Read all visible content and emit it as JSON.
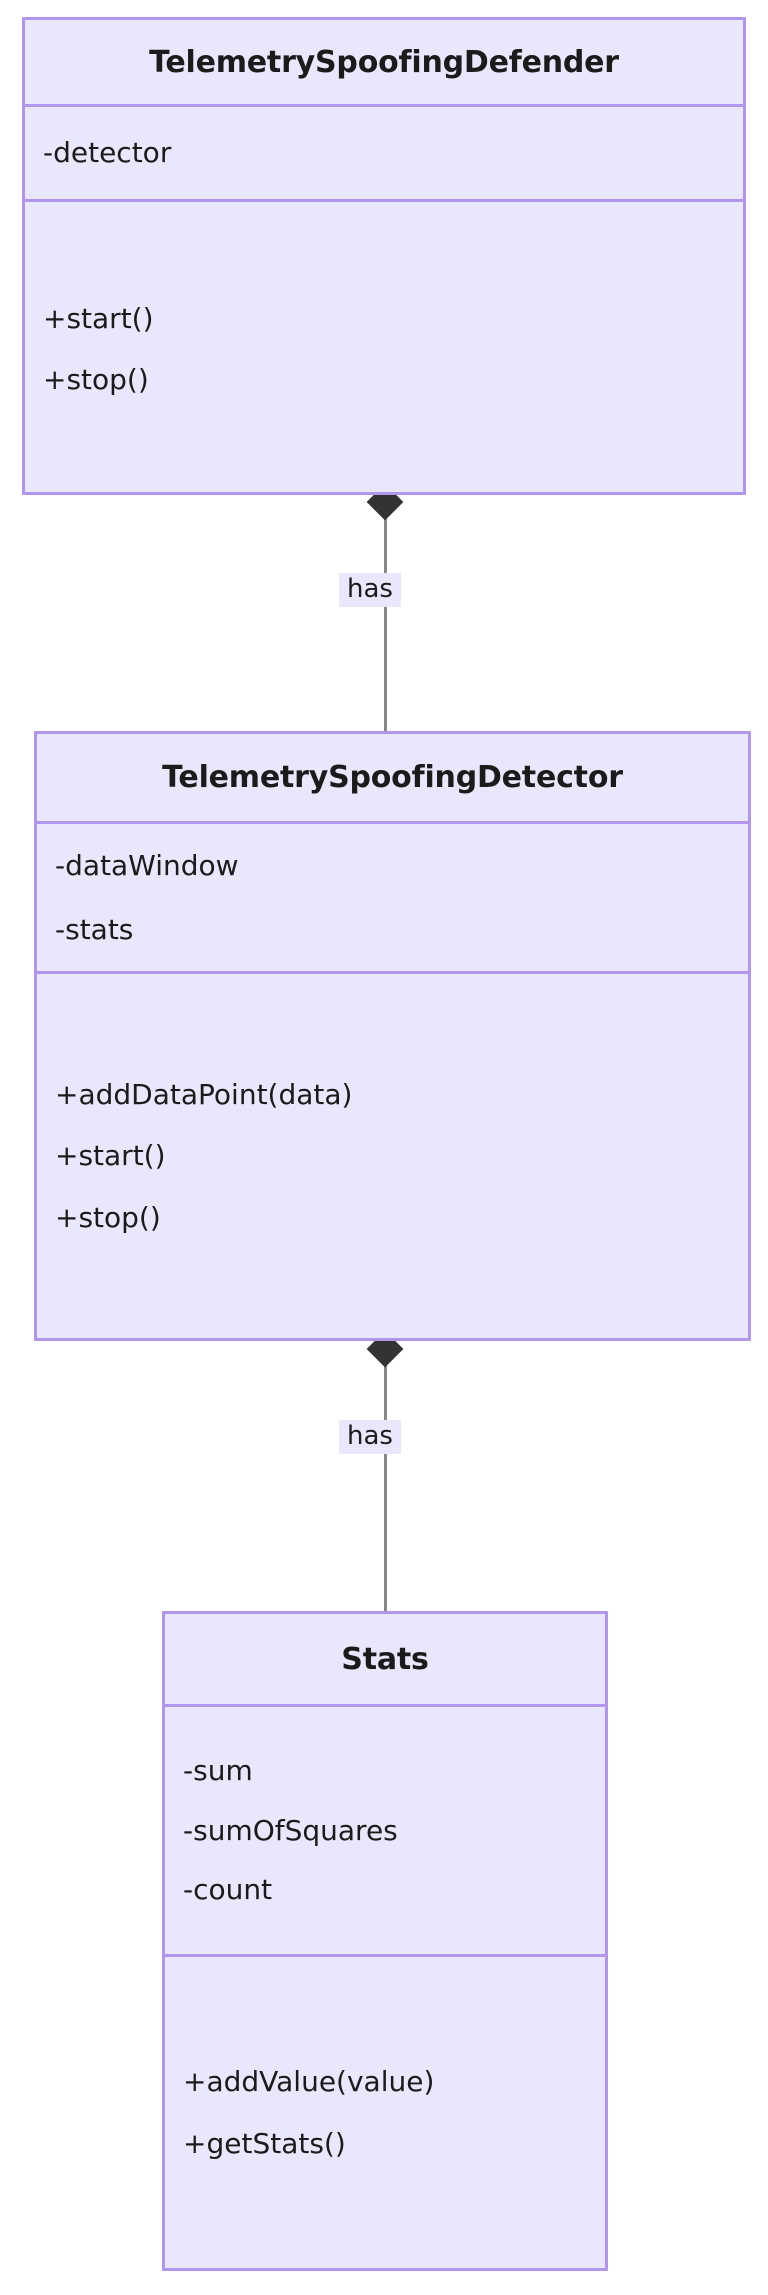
{
  "diagram": {
    "type": "uml-class-diagram",
    "background_color": "#ffffff",
    "class_border_color": "#b296ec",
    "class_fill_color": "#e9e7fb",
    "edge_color": "#888888",
    "diamond_color": "#333333",
    "text_color": "#1b1b1b",
    "classes": [
      {
        "name": "TelemetrySpoofingDefender",
        "attributes": [
          "-detector"
        ],
        "methods": [
          "+start()",
          "+stop()"
        ]
      },
      {
        "name": "TelemetrySpoofingDetector",
        "attributes": [
          "-dataWindow",
          "-stats"
        ],
        "methods": [
          "+addDataPoint(data)",
          "+start()",
          "+stop()"
        ]
      },
      {
        "name": "Stats",
        "attributes": [
          "-sum",
          "-sumOfSquares",
          "-count"
        ],
        "methods": [
          "+addValue(value)",
          "+getStats()"
        ]
      }
    ],
    "relationships": [
      {
        "from": "TelemetrySpoofingDefender",
        "to": "TelemetrySpoofingDetector",
        "kind": "composition",
        "label": "has"
      },
      {
        "from": "TelemetrySpoofingDetector",
        "to": "Stats",
        "kind": "composition",
        "label": "has"
      }
    ]
  }
}
